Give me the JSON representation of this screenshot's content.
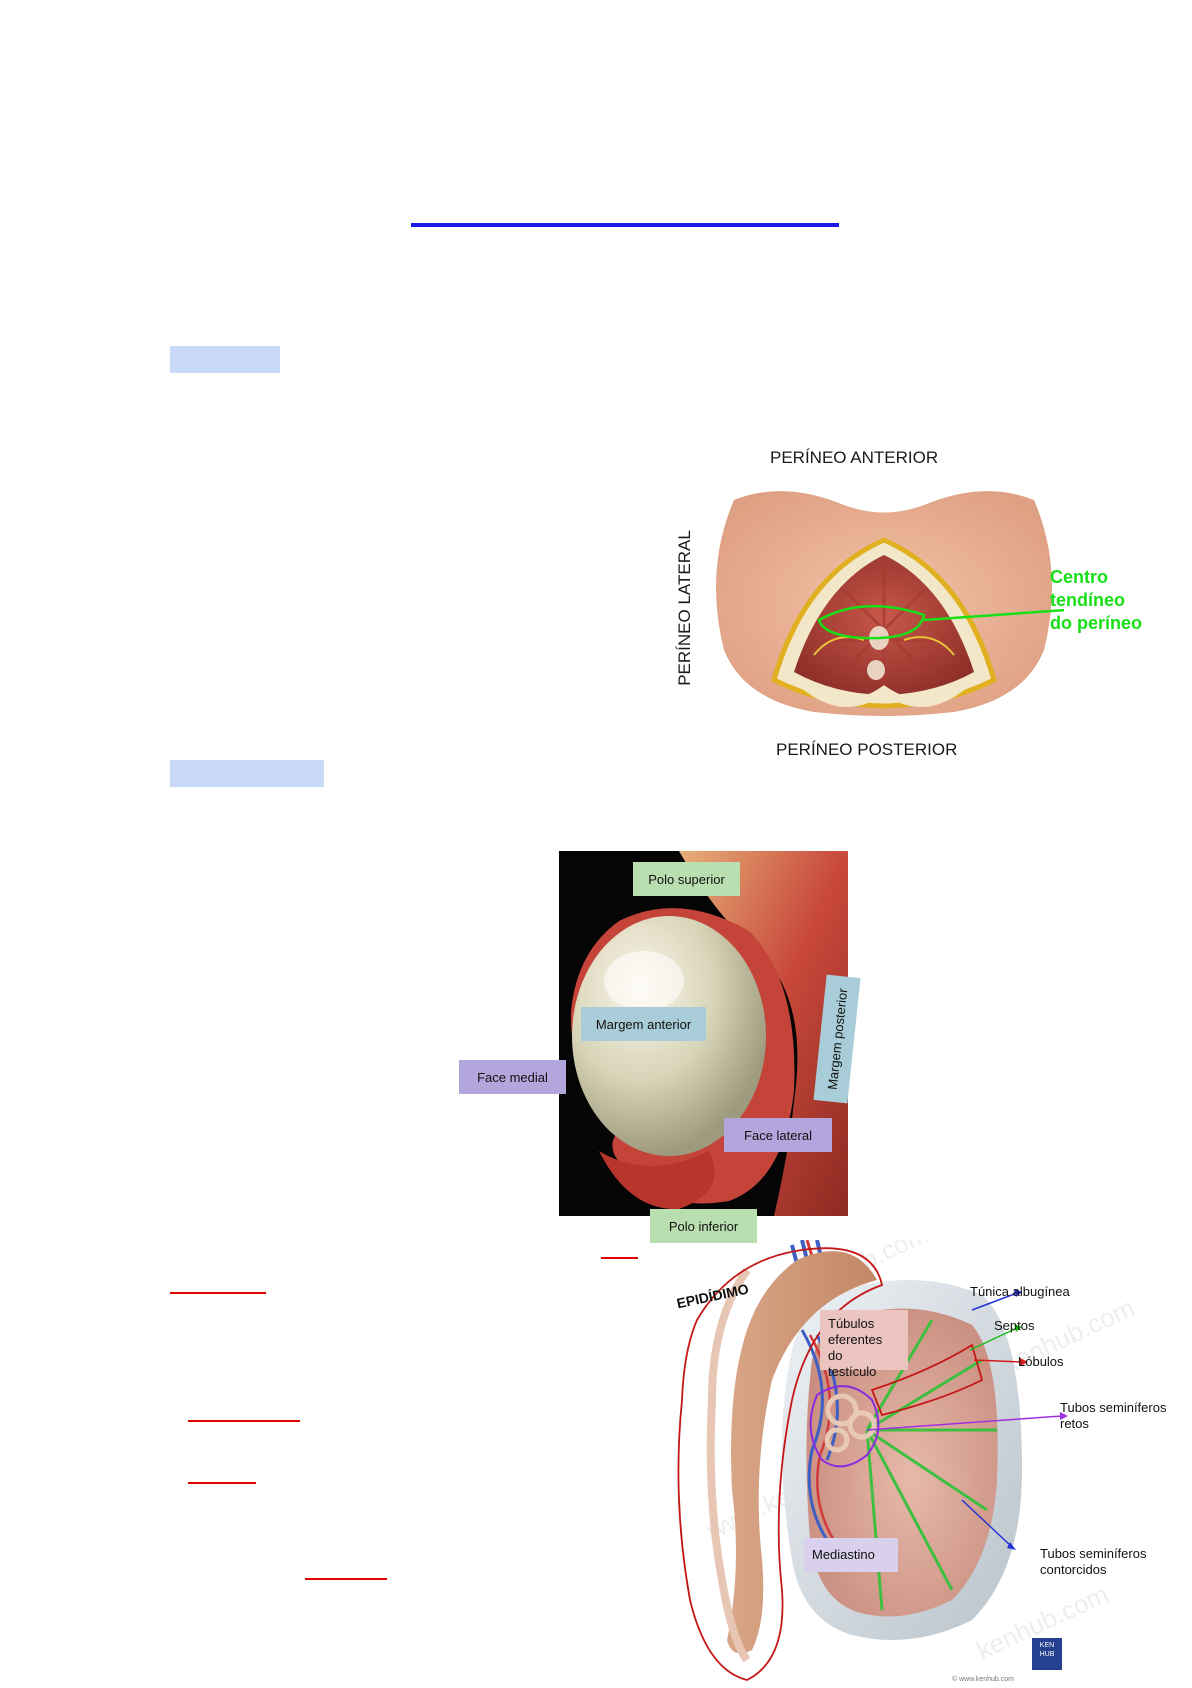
{
  "perineum": {
    "top_label": "PERÍNEO ANTERIOR",
    "bottom_label": "PERÍNEO POSTERIOR",
    "side_label": "PERÍNEO LATERAL",
    "callout": [
      "Centro",
      "tendíneo",
      "do períneo"
    ]
  },
  "testis_photo": {
    "labels": {
      "polo_superior": "Polo superior",
      "margem_anterior": "Margem anterior",
      "margem_posterior": "Margem posterior",
      "face_medial": "Face medial",
      "face_lateral": "Face lateral",
      "polo_inferior": "Polo inferior"
    }
  },
  "testis_diagram": {
    "epididimo": "EPIDÍDIMO",
    "tunica": "Túnica albugínea",
    "septos": "Septos",
    "lobulos": "Lóbulos",
    "retos": [
      "Tubos seminíferos",
      "retos"
    ],
    "contorcidos": [
      "Tubos seminíferos",
      "contorcidos"
    ],
    "eferentes": [
      "Túbulos",
      "eferentes do",
      "testículo"
    ],
    "mediastino": "Mediastino",
    "brand": [
      "KEN",
      "HUB"
    ],
    "credit": "© www.kenhub.com"
  },
  "colors": {
    "title_rule": "#1a1ae6",
    "highlight": "#c9daf8",
    "red_rule": "#e00000",
    "callout_green": "#17e017"
  }
}
